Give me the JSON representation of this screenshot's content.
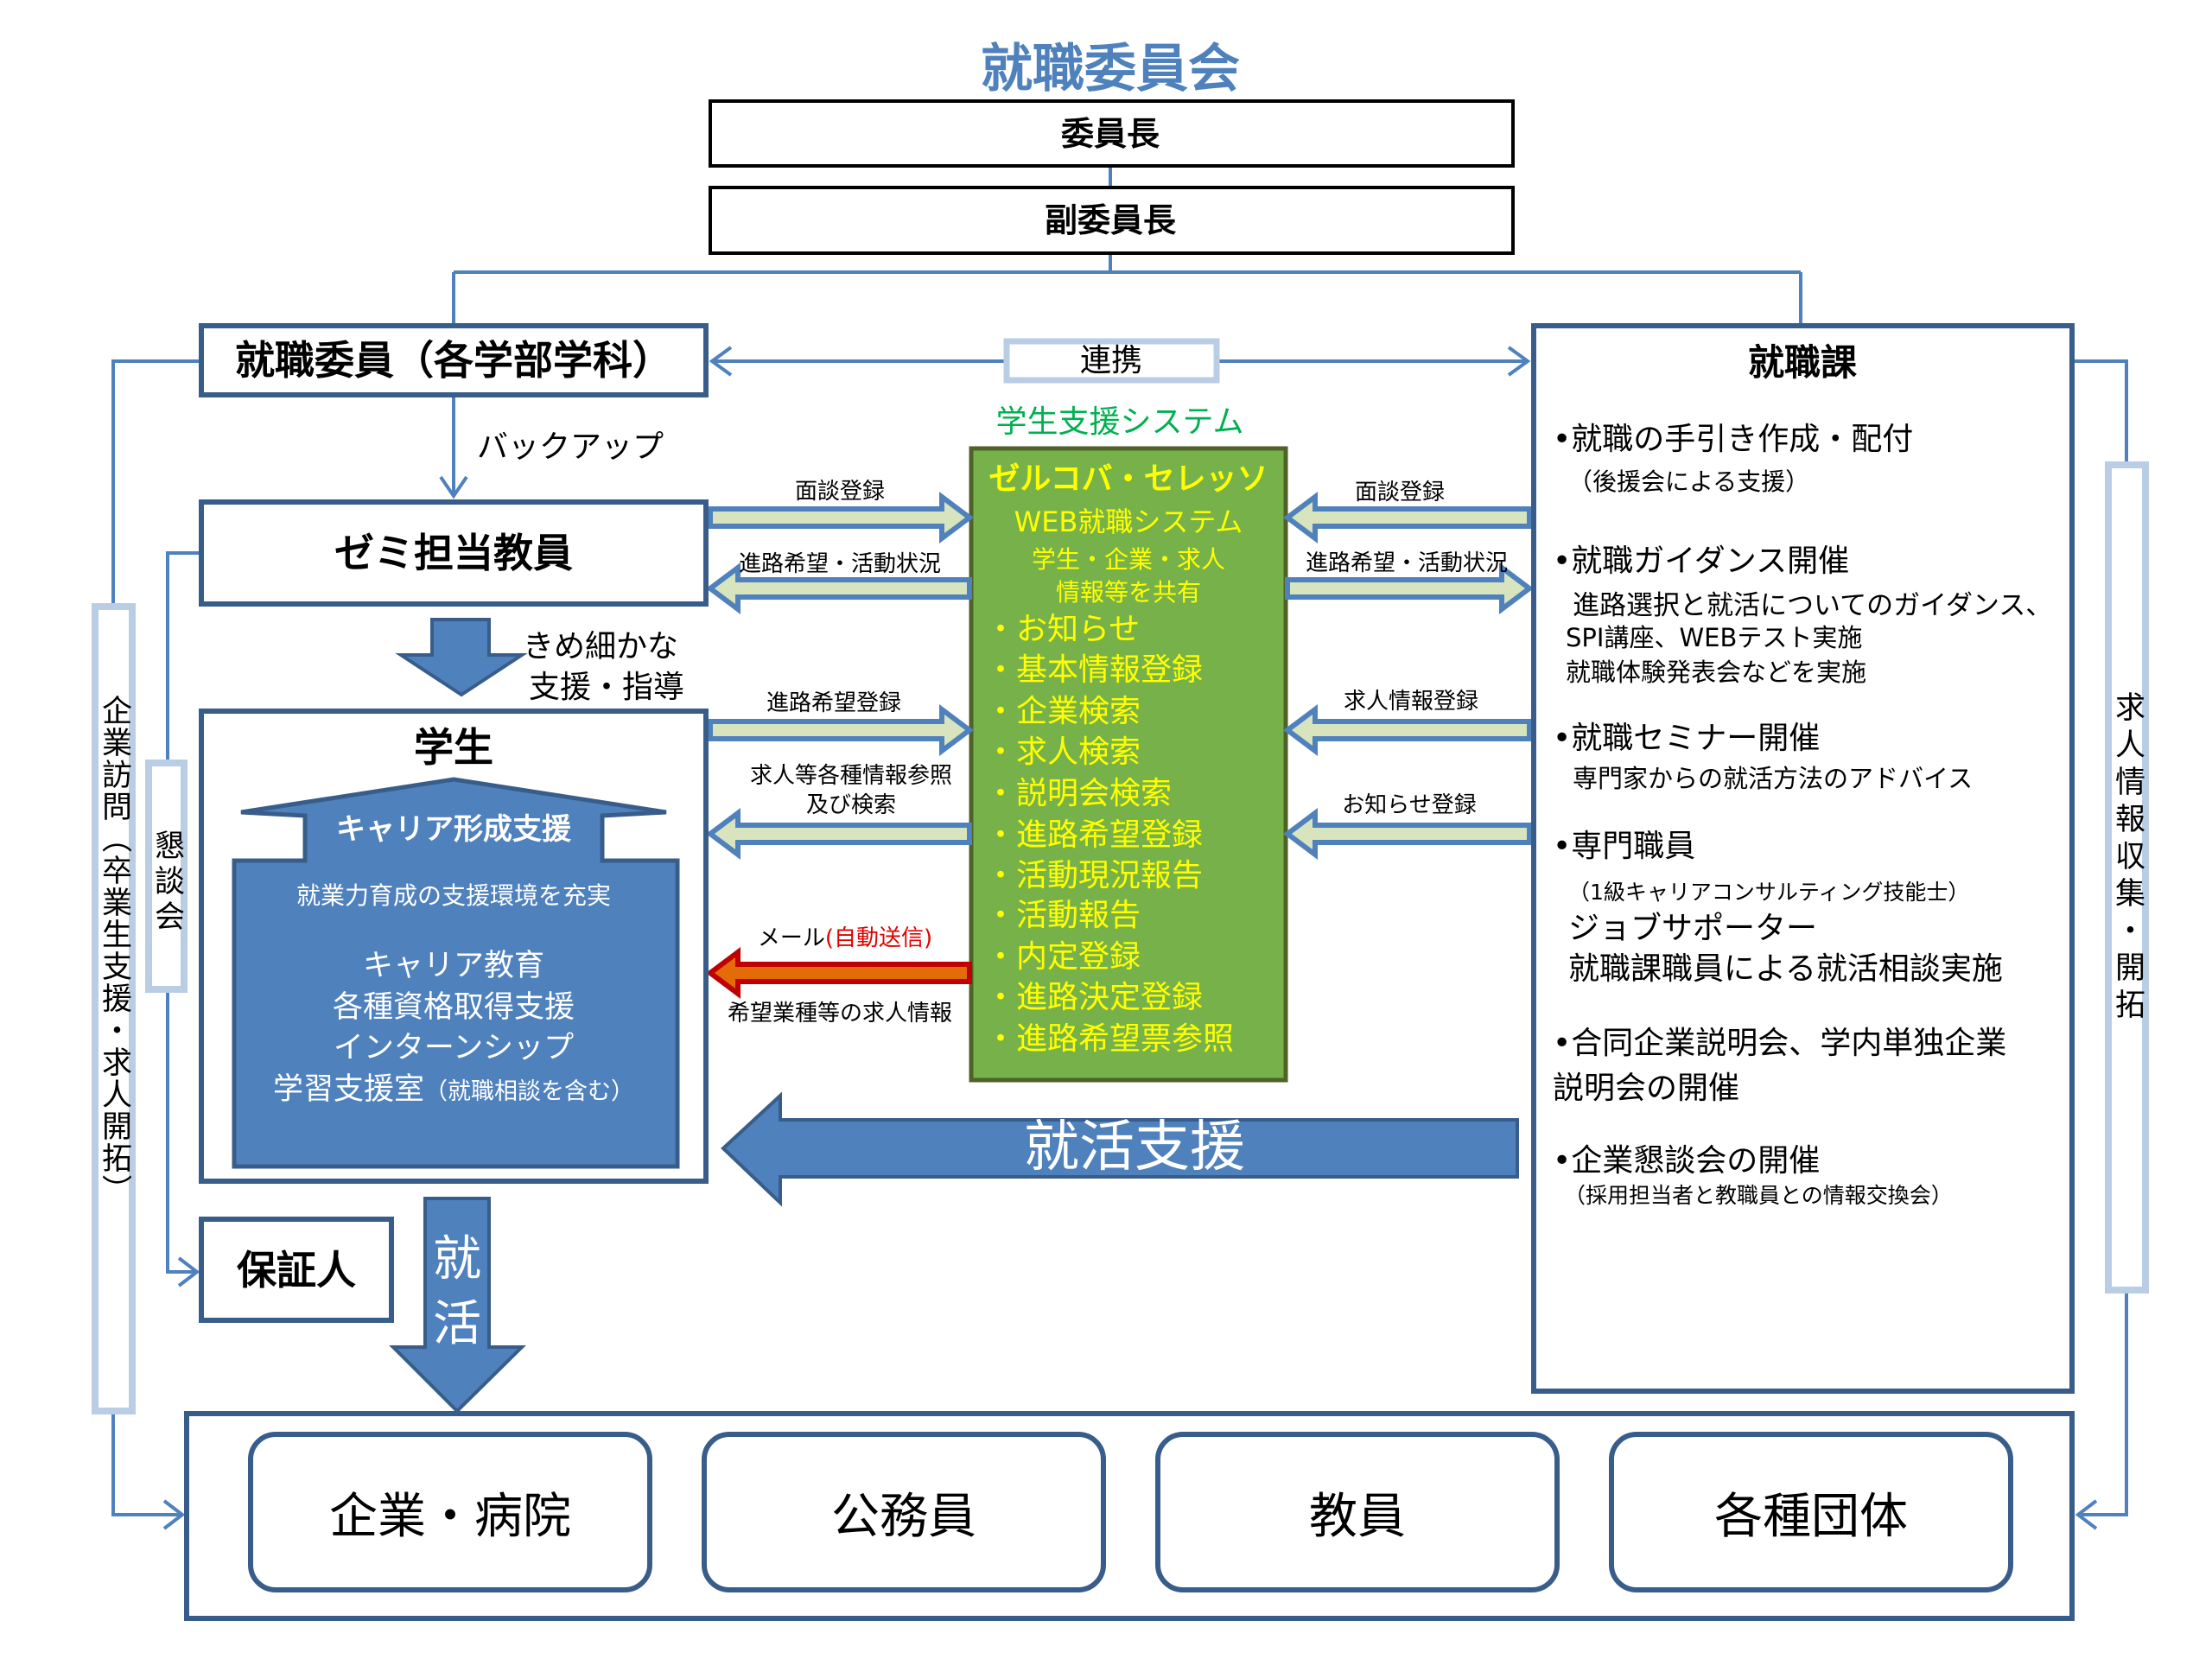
{
  "header": {
    "title": "就職委員会",
    "chair": "委員長",
    "vice_chair": "副委員長"
  },
  "left": {
    "committee_members": "就職委員（各学部学科）",
    "backup": "バックアップ",
    "seminar_teacher": "ゼミ担当教員",
    "fine_support_1": "きめ細かな",
    "fine_support_2": "支援・指導",
    "student": "学生",
    "career_support": "キャリア形成支援",
    "career_sub": "就業力育成の支援環境を充実",
    "career_items": [
      "キャリア教育",
      "各種資格取得支援",
      "インターンシップ"
    ],
    "learning_support": "学習支援室",
    "learning_support_note": "（就職相談を含む）",
    "guarantor": "保証人",
    "job_hunting": [
      "就",
      "活"
    ],
    "company_visit_bar": "企業訪問（卒業生支援・求人開拓）",
    "meeting_bar": "懇談会"
  },
  "link_label": "連携",
  "system": {
    "title": "学生支援システム",
    "name": "ゼルコバ・セレッソ",
    "web": "WEB就職システム",
    "shared_1": "学生・企業・求人",
    "shared_2": "情報等を共有",
    "items": [
      "・お知らせ",
      "・基本情報登録",
      "・企業検索",
      "・求人検索",
      "・説明会検索",
      "・進路希望登録",
      "・活動現況報告",
      "・活動報告",
      "・内定登録",
      "・進路決定登録",
      "・進路希望票参照"
    ]
  },
  "arrows_left": {
    "interview_reg": "面談登録",
    "career_status": "進路希望・活動状況",
    "career_reg": "進路希望登録",
    "info_ref_1": "求人等各種情報参照",
    "info_ref_2": "及び検索",
    "mail": "メール",
    "mail_auto": "(自動送信)",
    "mail_content": "希望業種等の求人情報"
  },
  "arrows_right": {
    "interview_reg": "面談登録",
    "career_status": "進路希望・活動状況",
    "job_reg": "求人情報登録",
    "notice_reg": "お知らせ登録"
  },
  "job_support_arrow": "就活支援",
  "career_office": {
    "title": "就職課",
    "lines": [
      "•就職の手引き作成・配付",
      "（後援会による支援）",
      "•就職ガイダンス開催",
      "進路選択と就活についてのガイダンス、",
      "SPI講座、WEBテスト実施",
      "就職体験発表会などを実施",
      "•就職セミナー開催",
      "専門家からの就活方法のアドバイス",
      "•専門職員",
      "（1級キャリアコンサルティング技能士）",
      "ジョブサポーター",
      "就職課職員による就活相談実施",
      "•合同企業説明会、学内単独企業",
      "説明会の開催",
      "•企業懇談会の開催",
      "（採用担当者と教職員との情報交換会）"
    ],
    "side_bar": "求人情報収集・開拓"
  },
  "destinations": [
    "企業・病院",
    "公務員",
    "教員",
    "各種団体"
  ],
  "colors": {
    "blue": "#4f81bd",
    "dark_blue": "#385d8a",
    "light_blue": "#b9cde5",
    "green": "#77b14a",
    "yellow": "#ffff00",
    "title_green": "#00b050",
    "red": "#e00000"
  }
}
